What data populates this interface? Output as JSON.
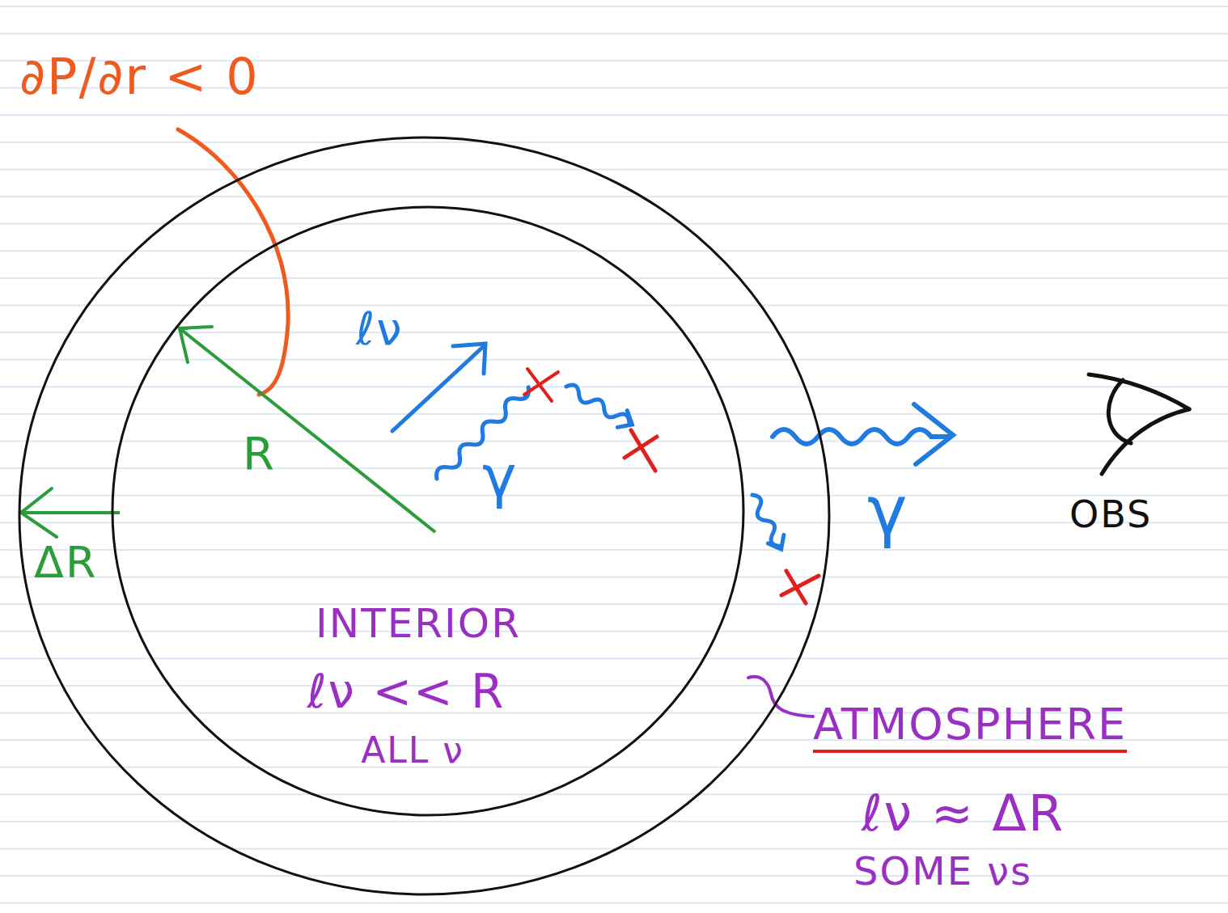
{
  "diagram": {
    "nodes": [
      {
        "text": [
          "ATMOSPHERE",
          "ℓν ≈ ΔR",
          "SOME νs"
        ]
      },
      {
        "text": [
          "INTERIOR",
          "ℓν << R",
          "ALL ν"
        ],
        "in": 0
      }
    ],
    "labels": [
      "∂P/∂r < 0",
      "ℓν",
      "R",
      "ΔR",
      "γ",
      "γ",
      "OBS"
    ]
  }
}
